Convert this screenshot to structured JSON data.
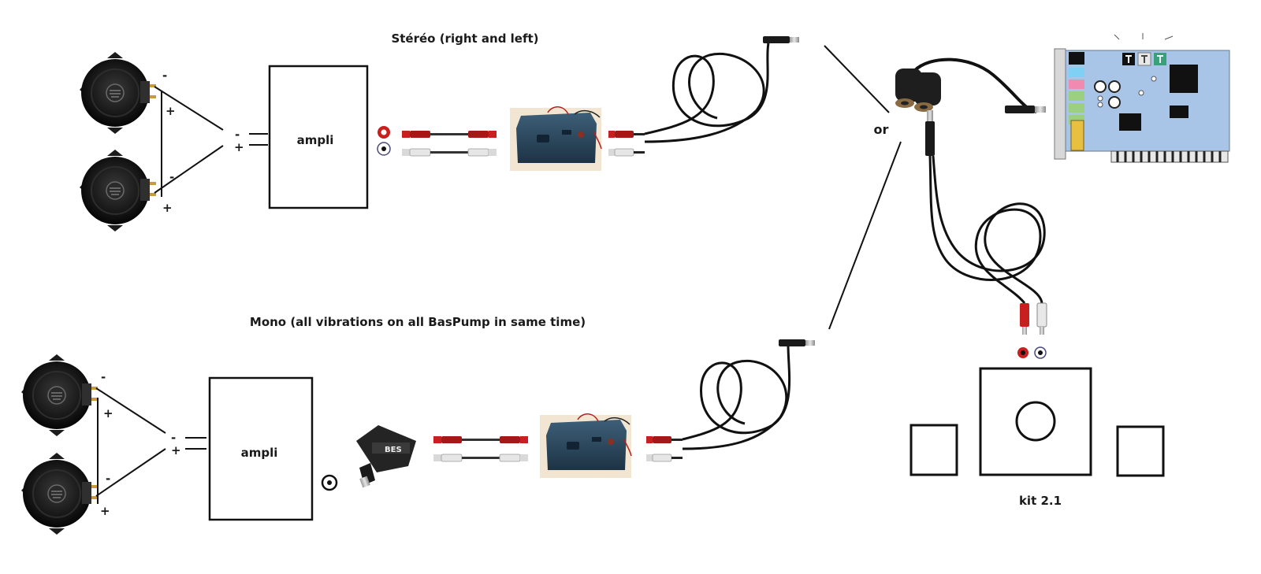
{
  "labels": {
    "stereo_title": "Stéréo (right and left)",
    "mono_title": "Mono (all vibrations on all BasPump in same time)",
    "ampli_top": "ampli",
    "ampli_bottom": "ampli",
    "or_label": "or",
    "kit_label": "kit 2.1",
    "logo_text": "BES"
  },
  "signs": {
    "minus": "-",
    "plus": "+"
  },
  "colors": {
    "rca_red": "#c8201e",
    "rca_white": "#e8e8e8",
    "speaker_body": "#1b1b1b",
    "sound_card": "#a8c4e6",
    "converter_body": "#2c4a60",
    "cable": "#111111"
  }
}
